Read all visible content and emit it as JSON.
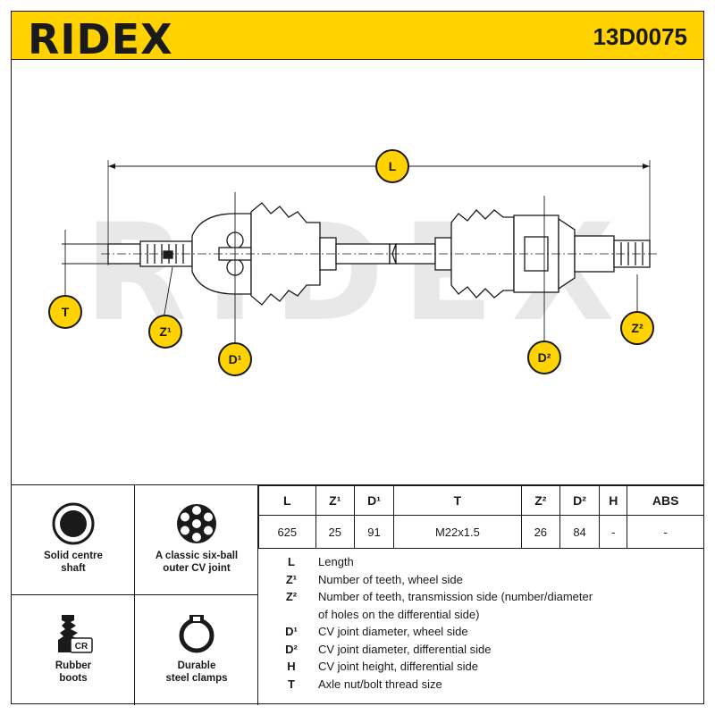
{
  "header": {
    "brand": "RIDEX",
    "part_number": "13D0075"
  },
  "drawing": {
    "watermark": "RIDEX",
    "tags": {
      "L": "L",
      "T": "T",
      "Z1": "Z¹",
      "D1": "D¹",
      "D2": "D²",
      "Z2": "Z²"
    }
  },
  "features": [
    {
      "icon": "solid-shaft-icon",
      "label1": "Solid centre",
      "label2": "shaft"
    },
    {
      "icon": "six-ball-joint-icon",
      "label1": "A classic six-ball",
      "label2": "outer CV joint"
    },
    {
      "icon": "rubber-boot-icon",
      "label1": "Rubber",
      "label2": "boots",
      "badge": "CR"
    },
    {
      "icon": "steel-clamp-icon",
      "label1": "Durable",
      "label2": "steel clamps"
    }
  ],
  "specs": {
    "headers": [
      "L",
      "Z¹",
      "D¹",
      "T",
      "Z²",
      "D²",
      "H",
      "ABS"
    ],
    "values": [
      "625",
      "25",
      "91",
      "M22x1.5",
      "26",
      "84",
      "-",
      "-"
    ]
  },
  "legend": [
    {
      "sym": "L",
      "text": "Length"
    },
    {
      "sym": "Z¹",
      "text": "Number of teeth, wheel side"
    },
    {
      "sym": "Z²",
      "text": "Number of teeth, transmission side (number/diameter"
    },
    {
      "sym": "",
      "text": "of holes on the differential side)"
    },
    {
      "sym": "D¹",
      "text": "CV joint diameter, wheel side"
    },
    {
      "sym": "D²",
      "text": "CV joint diameter, differential side"
    },
    {
      "sym": "H",
      "text": "CV joint height, differential side"
    },
    {
      "sym": "T",
      "text": "Axle nut/bolt thread size"
    }
  ],
  "colors": {
    "accent": "#ffd200",
    "ink": "#1a1a1a",
    "watermark": "#e6e6e6"
  }
}
